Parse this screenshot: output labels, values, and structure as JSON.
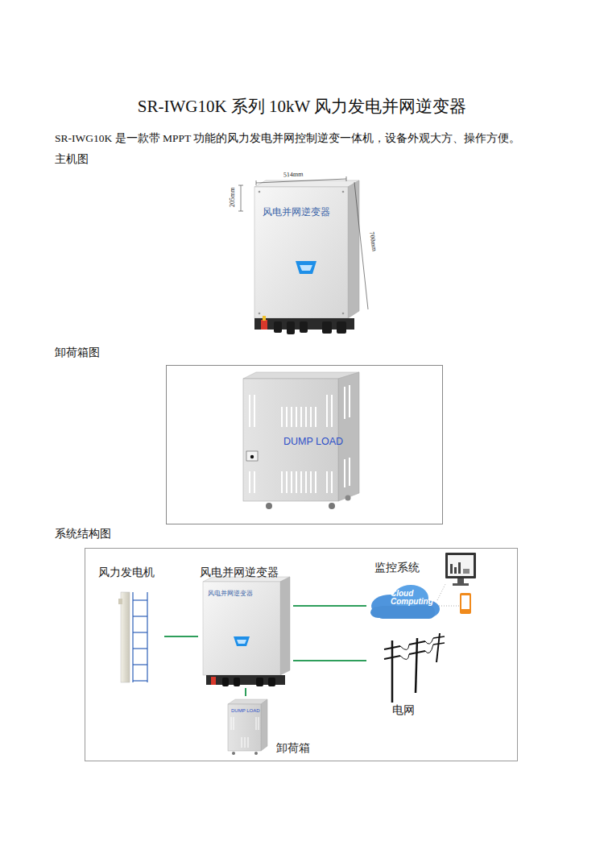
{
  "diagram": {
    "title": "SR-IWG10K 系列 10kW 风力发电并网逆变器",
    "nodes": [
      {
        "text": [
          "风力发电机"
        ]
      },
      {
        "text": [
          "风电并网逆变器",
          "风电并网逆变器"
        ]
      },
      {
        "text": [
          "监控系统",
          "Cloud Computing"
        ]
      },
      {
        "text": [
          "电网"
        ]
      },
      {
        "text": [
          "卸荷箱",
          "DUMP LOAD"
        ]
      }
    ],
    "edges": [
      {
        "from": 0,
        "to": 1,
        "arrow": "none"
      },
      {
        "from": 1,
        "to": 2,
        "arrow": "none"
      },
      {
        "from": 1,
        "to": 3,
        "arrow": "none"
      },
      {
        "from": 1,
        "to": 4,
        "arrow": "none"
      }
    ],
    "labels": [
      "SR-IWG10K 是一款带 MPPT 功能的风力发电并网控制逆变一体机，设备外观大方、操作方便。",
      "主机图",
      "514mm",
      "205mm",
      "700mm",
      "风电并网逆变器",
      "卸荷箱图",
      "DUMP LOAD",
      "系统结构图"
    ]
  }
}
